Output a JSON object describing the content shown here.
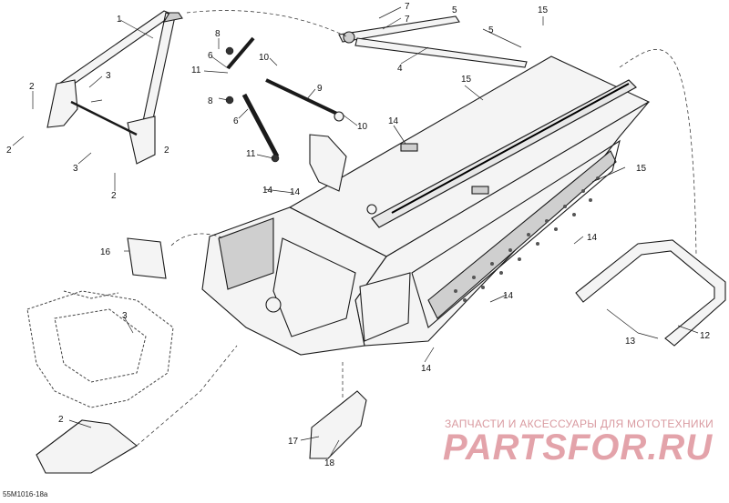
{
  "diagram": {
    "callouts": [
      "1",
      "2",
      "2",
      "2",
      "2",
      "2",
      "3",
      "3",
      "3",
      "4",
      "5",
      "5",
      "6",
      "6",
      "7",
      "7",
      "8",
      "8",
      "9",
      "10",
      "10",
      "11",
      "11",
      "12",
      "13",
      "14",
      "14",
      "14",
      "14",
      "14",
      "14",
      "15",
      "15",
      "15",
      "16",
      "17",
      "18"
    ],
    "document_code": "55M1016-18a"
  },
  "watermark": {
    "tagline": "ЗАПЧАСТИ И АКСЕССУАРЫ ДЛЯ МОТОТЕХНИКИ",
    "brand": "PARTSFOR.RU"
  }
}
